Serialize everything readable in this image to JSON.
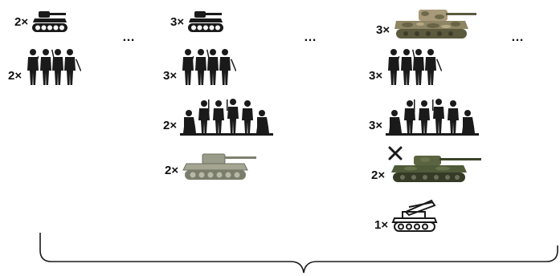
{
  "columns": [
    {
      "items": [
        {
          "count": "2×",
          "icon": "tank-silhouette-icon"
        },
        {
          "count": "2×",
          "icon": "infantry-squad-icon"
        }
      ],
      "ellipsis": "…"
    },
    {
      "items": [
        {
          "count": "3×",
          "icon": "tank-silhouette-icon"
        },
        {
          "count": "3×",
          "icon": "infantry-squad-icon"
        },
        {
          "count": "2×",
          "icon": "armed-infantry-group-icon"
        },
        {
          "count": "2×",
          "icon": "grey-tank-icon"
        }
      ],
      "ellipsis": "…"
    },
    {
      "items": [
        {
          "count": "3×",
          "icon": "camouflage-tank-icon"
        },
        {
          "count": "3×",
          "icon": "infantry-squad-icon"
        },
        {
          "count": "3×",
          "icon": "armed-infantry-group-icon"
        },
        {
          "count": "2×",
          "icon": "disabled-camouflage-tank-icon"
        },
        {
          "count": "1×",
          "icon": "rocket-launcher-vehicle-icon"
        }
      ],
      "ellipsis": "…"
    }
  ],
  "colors": {
    "silhouette": "#1a1a1a",
    "grey_tank": "#9a9c8a",
    "camo_light": "#a89a78",
    "camo_dark": "#5c5a3e",
    "green_tank": "#4f5a3a"
  }
}
